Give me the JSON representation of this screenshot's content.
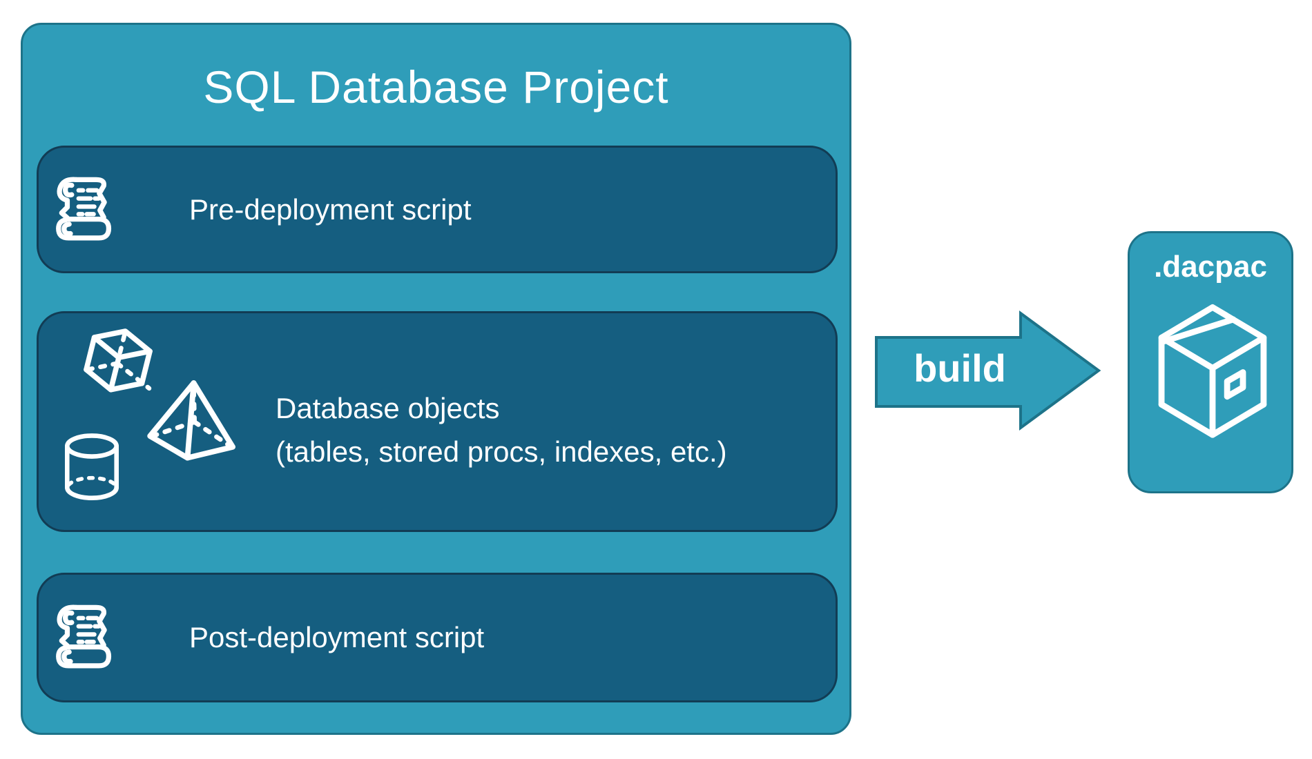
{
  "colors": {
    "teal": "#2f9db9",
    "teal_border": "#1d7389",
    "panel_fill": "#155e80",
    "panel_border": "#123c54",
    "text": "#ffffff",
    "page_background": "#ffffff"
  },
  "project": {
    "title": "SQL Database Project",
    "boxes": [
      {
        "label": "Pre-deployment script",
        "icon": "scroll-icon"
      },
      {
        "label": "Database objects",
        "sublabel": "(tables, stored procs, indexes, etc.)",
        "icons": [
          "cube-icon",
          "pyramid-icon",
          "cylinder-icon"
        ]
      },
      {
        "label": "Post-deployment script",
        "icon": "scroll-icon"
      }
    ]
  },
  "arrow": {
    "label": "build",
    "icon": "right-arrow-shape",
    "direction": "right"
  },
  "output": {
    "label": ".dacpac",
    "icon": "package-icon"
  }
}
